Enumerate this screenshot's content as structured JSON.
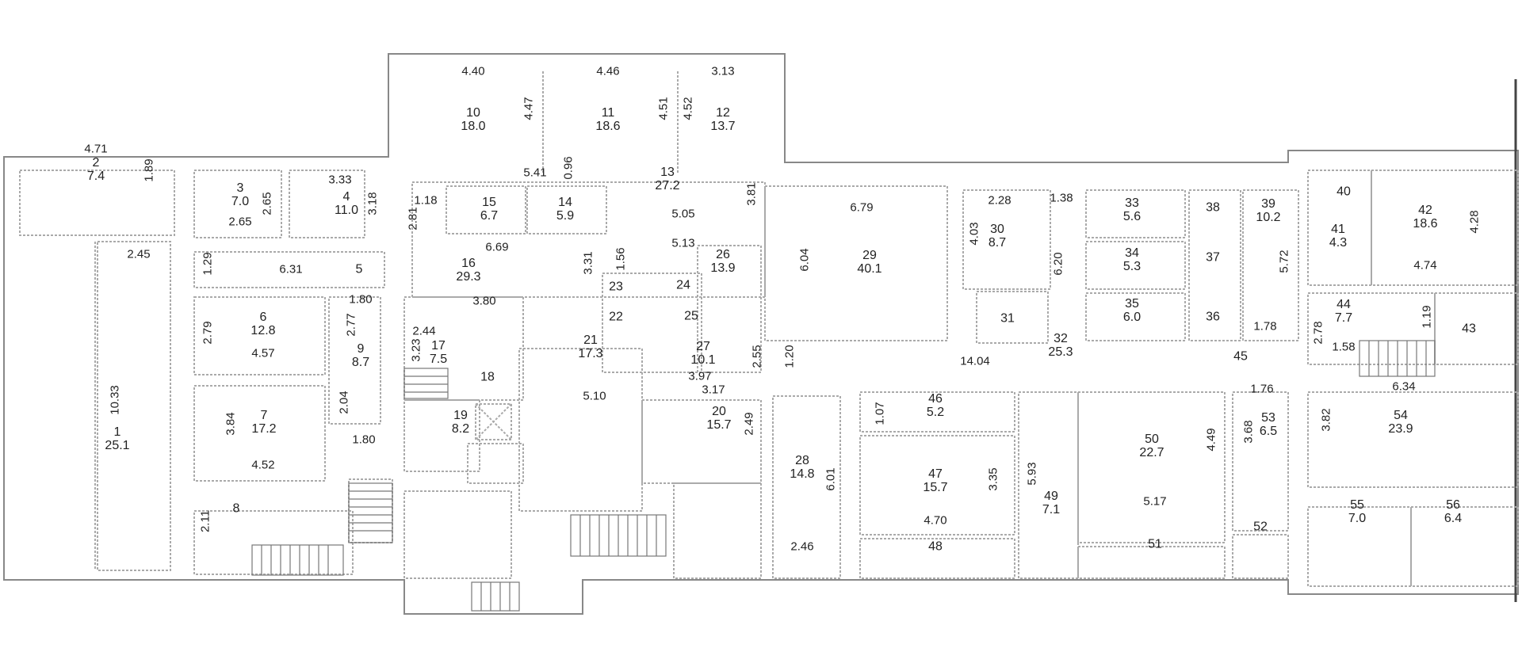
{
  "rooms": [
    {
      "no": "1",
      "area": "25.1"
    },
    {
      "no": "2",
      "area": "7.4"
    },
    {
      "no": "3",
      "area": "7.0"
    },
    {
      "no": "4",
      "area": "11.0"
    },
    {
      "no": "5"
    },
    {
      "no": "6",
      "area": "12.8"
    },
    {
      "no": "7",
      "area": "17.2"
    },
    {
      "no": "8"
    },
    {
      "no": "9",
      "area": "8.7"
    },
    {
      "no": "10",
      "area": "18.0"
    },
    {
      "no": "11",
      "area": "18.6"
    },
    {
      "no": "12",
      "area": "13.7"
    },
    {
      "no": "13",
      "area": "27.2"
    },
    {
      "no": "14",
      "area": "5.9"
    },
    {
      "no": "15",
      "area": "6.7"
    },
    {
      "no": "16",
      "area": "29.3"
    },
    {
      "no": "17",
      "area": "7.5"
    },
    {
      "no": "18"
    },
    {
      "no": "19",
      "area": "8.2"
    },
    {
      "no": "20",
      "area": "15.7"
    },
    {
      "no": "21",
      "area": "17.3"
    },
    {
      "no": "22"
    },
    {
      "no": "23"
    },
    {
      "no": "24"
    },
    {
      "no": "25"
    },
    {
      "no": "26",
      "area": "13.9"
    },
    {
      "no": "27",
      "area": "10.1"
    },
    {
      "no": "28",
      "area": "14.8"
    },
    {
      "no": "29",
      "area": "40.1"
    },
    {
      "no": "30",
      "area": "8.7"
    },
    {
      "no": "31"
    },
    {
      "no": "32",
      "area": "25.3"
    },
    {
      "no": "33",
      "area": "5.6"
    },
    {
      "no": "34",
      "area": "5.3"
    },
    {
      "no": "35",
      "area": "6.0"
    },
    {
      "no": "36"
    },
    {
      "no": "37"
    },
    {
      "no": "38"
    },
    {
      "no": "39",
      "area": "10.2"
    },
    {
      "no": "40"
    },
    {
      "no": "41",
      "area": "4.3"
    },
    {
      "no": "42",
      "area": "18.6"
    },
    {
      "no": "43"
    },
    {
      "no": "44",
      "area": "7.7"
    },
    {
      "no": "45"
    },
    {
      "no": "46",
      "area": "5.2"
    },
    {
      "no": "47",
      "area": "15.7"
    },
    {
      "no": "48"
    },
    {
      "no": "49",
      "area": "7.1"
    },
    {
      "no": "50",
      "area": "22.7"
    },
    {
      "no": "51"
    },
    {
      "no": "52"
    },
    {
      "no": "53",
      "area": "6.5"
    },
    {
      "no": "54",
      "area": "23.9"
    },
    {
      "no": "55",
      "area": "7.0"
    },
    {
      "no": "56",
      "area": "6.4"
    }
  ],
  "dimensions": [
    "4.71",
    "1.89",
    "2.45",
    "10.33",
    "3.33",
    "3.18",
    "2.65",
    "2.65",
    "1.29",
    "6.31",
    "1.80",
    "2.79",
    "2.77",
    "4.57",
    "3.84",
    "2.04",
    "4.52",
    "1.80",
    "2.11",
    "2.81",
    "1.18",
    "4.40",
    "4.46",
    "3.13",
    "4.47",
    "4.51",
    "4.52",
    "5.41",
    "0.96",
    "5.05",
    "3.81",
    "6.69",
    "3.31",
    "1.56",
    "5.13",
    "3.80",
    "2.44",
    "3.23",
    "2.55",
    "3.97",
    "3.17",
    "5.10",
    "2.49",
    "6.79",
    "6.04",
    "2.28",
    "4.03",
    "1.38",
    "6.20",
    "14.04",
    "1.20",
    "1.07",
    "3.35",
    "5.93",
    "4.70",
    "6.01",
    "2.46",
    "5.17",
    "4.49",
    "1.78",
    "5.72",
    "4.74",
    "4.28",
    "2.78",
    "1.19",
    "1.58",
    "1.76",
    "3.68",
    "3.82",
    "6.34"
  ]
}
